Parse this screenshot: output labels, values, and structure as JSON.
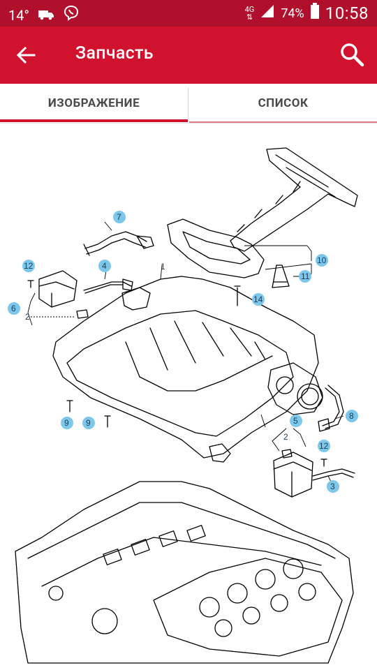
{
  "status_bar": {
    "temperature": "14°",
    "network": "4G",
    "battery": "74%",
    "time": "10:58"
  },
  "app_bar": {
    "title": "Запчасть"
  },
  "tabs": [
    {
      "label": "ИЗОБРАЖЕНИЕ",
      "active": true
    },
    {
      "label": "СПИСОК",
      "active": false
    }
  ],
  "diagram": {
    "callouts": [
      "1",
      "2",
      "2",
      "3",
      "4",
      "5",
      "6",
      "7",
      "8",
      "9",
      "9",
      "10",
      "11",
      "12",
      "12",
      "14"
    ]
  },
  "colors": {
    "status_bar": "#b0102b",
    "app_bar": "#d1122f",
    "accent": "#d1122f",
    "callout": "#7cc7ea"
  }
}
